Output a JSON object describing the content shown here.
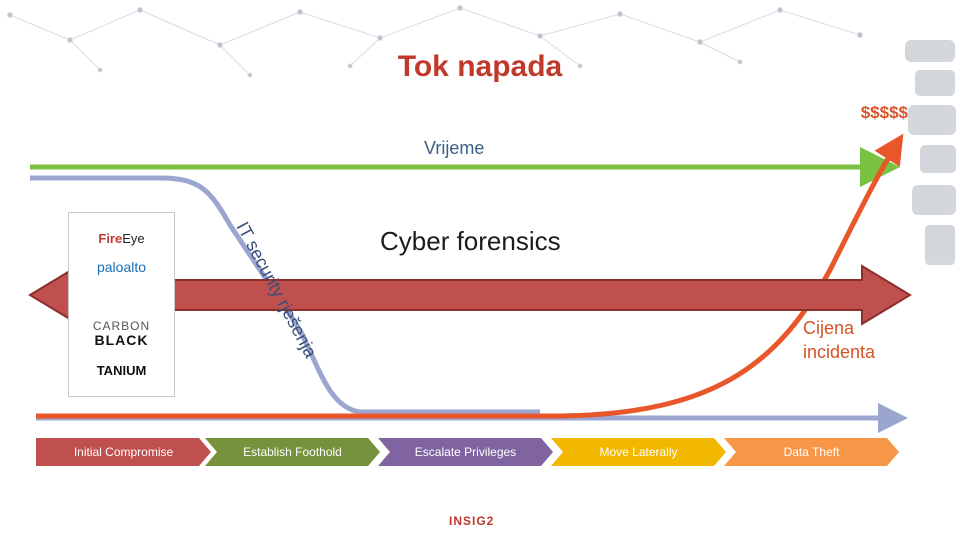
{
  "title": "Tok napada",
  "money": "$$$$$",
  "time_label": "Vrijeme",
  "forensics": "Cyber forensics",
  "cost_label": [
    "Cijena",
    "incidenta"
  ],
  "it_security_label": "IT security rješenja",
  "vendors": {
    "fireeye": {
      "brand": "Fire",
      "rest": "Eye"
    },
    "paloalto": "paloalto",
    "carbon_black_line1": "CARBON",
    "carbon_black_line2": "BLACK",
    "tanium": "TANIUM"
  },
  "stages": [
    {
      "label": "Initial Compromise",
      "color": "#c0504d"
    },
    {
      "label": "Establish Foothold",
      "color": "#76923c"
    },
    {
      "label": "Escalate Privileges",
      "color": "#8064a2"
    },
    {
      "label": "Move Laterally",
      "color": "#f2b800"
    },
    {
      "label": "Data Theft",
      "color": "#f79646"
    }
  ],
  "logo": "INSIG2",
  "colors": {
    "title": "#c0392b",
    "time_arrow": "#7ac142",
    "cost_curve": "#e8562a",
    "security_curve": "#9aa6cf",
    "double_arrow": "#c0504d",
    "timeline_arrow": "#9aa6cf"
  }
}
